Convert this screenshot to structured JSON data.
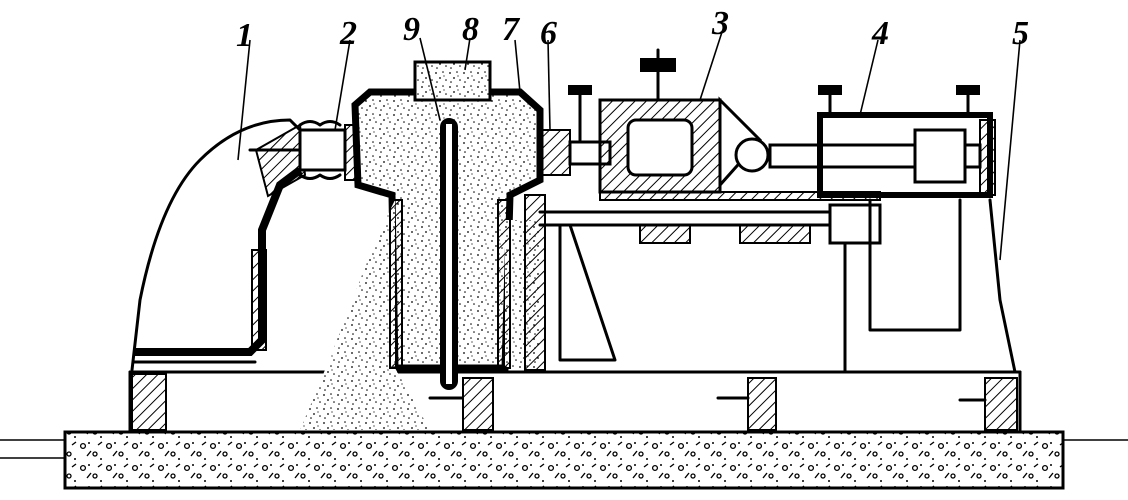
{
  "labels": {
    "l1": "1",
    "l2": "2",
    "l3": "3",
    "l4": "4",
    "l5": "5",
    "l6": "6",
    "l7": "7",
    "l8": "8",
    "l9": "9"
  },
  "colors": {
    "ink": "#000000",
    "paper": "#ffffff"
  }
}
